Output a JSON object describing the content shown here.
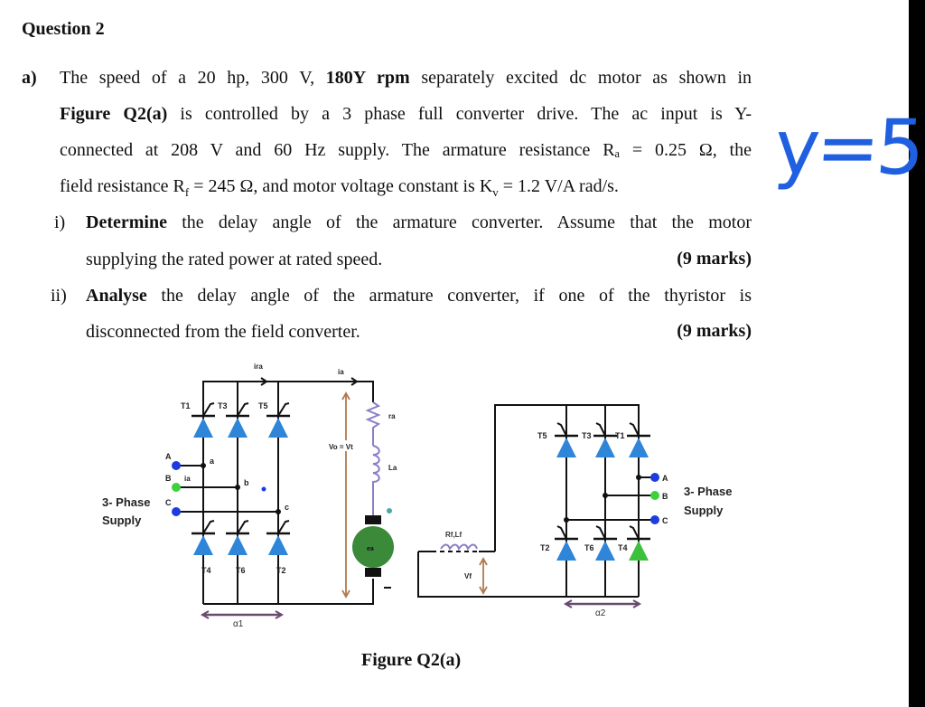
{
  "question_title": "Question 2",
  "part_a": {
    "label": "a)",
    "line1": "The speed of a 20 hp, 300 V, 180Y rpm separately excited dc motor as shown in",
    "line1_pre": "The speed of a 20 hp, 300 V, ",
    "line1_bold": "180Y rpm",
    "line1_post": " separately excited dc motor as shown in",
    "line2_bold": "Figure Q2(a)",
    "line2_post": " is controlled by a 3 phase full converter drive. The ac input is Y-",
    "line3": "connected at 208 V and 60 Hz supply. The armature resistance Rₐ = 0.25 Ω, the",
    "line4": "field resistance R_f = 245 Ω, and motor voltage constant is K_v = 1.2 V/A rad/s.",
    "line4_a": "field resistance R",
    "line4_sub1": "f",
    "line4_b": " = 245 Ω, and motor voltage constant is K",
    "line4_sub2": "v",
    "line4_c": " = 1.2 V/A rad/s."
  },
  "sub_i": {
    "label": "i)",
    "bold": "Determine",
    "line1": " the delay angle of the armature converter. Assume that the motor",
    "line2": "supplying the rated power at rated speed.",
    "marks": "(9 marks)"
  },
  "sub_ii": {
    "label": "ii)",
    "bold": "Analyse",
    "line1": " the delay angle of the armature converter, if one of the thyristor is",
    "line2": "disconnected from the field converter.",
    "marks": "(9 marks)"
  },
  "handwriting": "y=5",
  "figure": {
    "caption": "Figure Q2(a)",
    "left": {
      "top_labels": [
        "T1",
        "T3",
        "T5"
      ],
      "bottom_labels": [
        "T4",
        "T6",
        "T2"
      ],
      "phase_labels": [
        "A",
        "B",
        "C"
      ],
      "node_labels": [
        "a",
        "b",
        "c"
      ],
      "ira": "ira",
      "ia_top": "ia",
      "ia_phase": "ia",
      "vo": "Vo = Vt",
      "ra": "ra",
      "la": "La",
      "ea": "ea",
      "supply": [
        "3- Phase",
        "Supply"
      ],
      "alpha": "α1"
    },
    "right": {
      "top_labels": [
        "T5",
        "T3",
        "T1"
      ],
      "bottom_labels": [
        "T2",
        "T6",
        "T4"
      ],
      "phase_labels": [
        "A",
        "B",
        "C"
      ],
      "field": "Rf,Lf",
      "vf": "Vf",
      "supply": [
        "3- Phase",
        "Supply"
      ],
      "alpha": "α2"
    },
    "colors": {
      "thyristor": "#2f86d8",
      "highlight": "#3cc13c",
      "motor": "#3a8a3a",
      "arrow": "#b07a50",
      "phase_blue": "#1c3ce0",
      "phase_green": "#3cd23c"
    }
  }
}
